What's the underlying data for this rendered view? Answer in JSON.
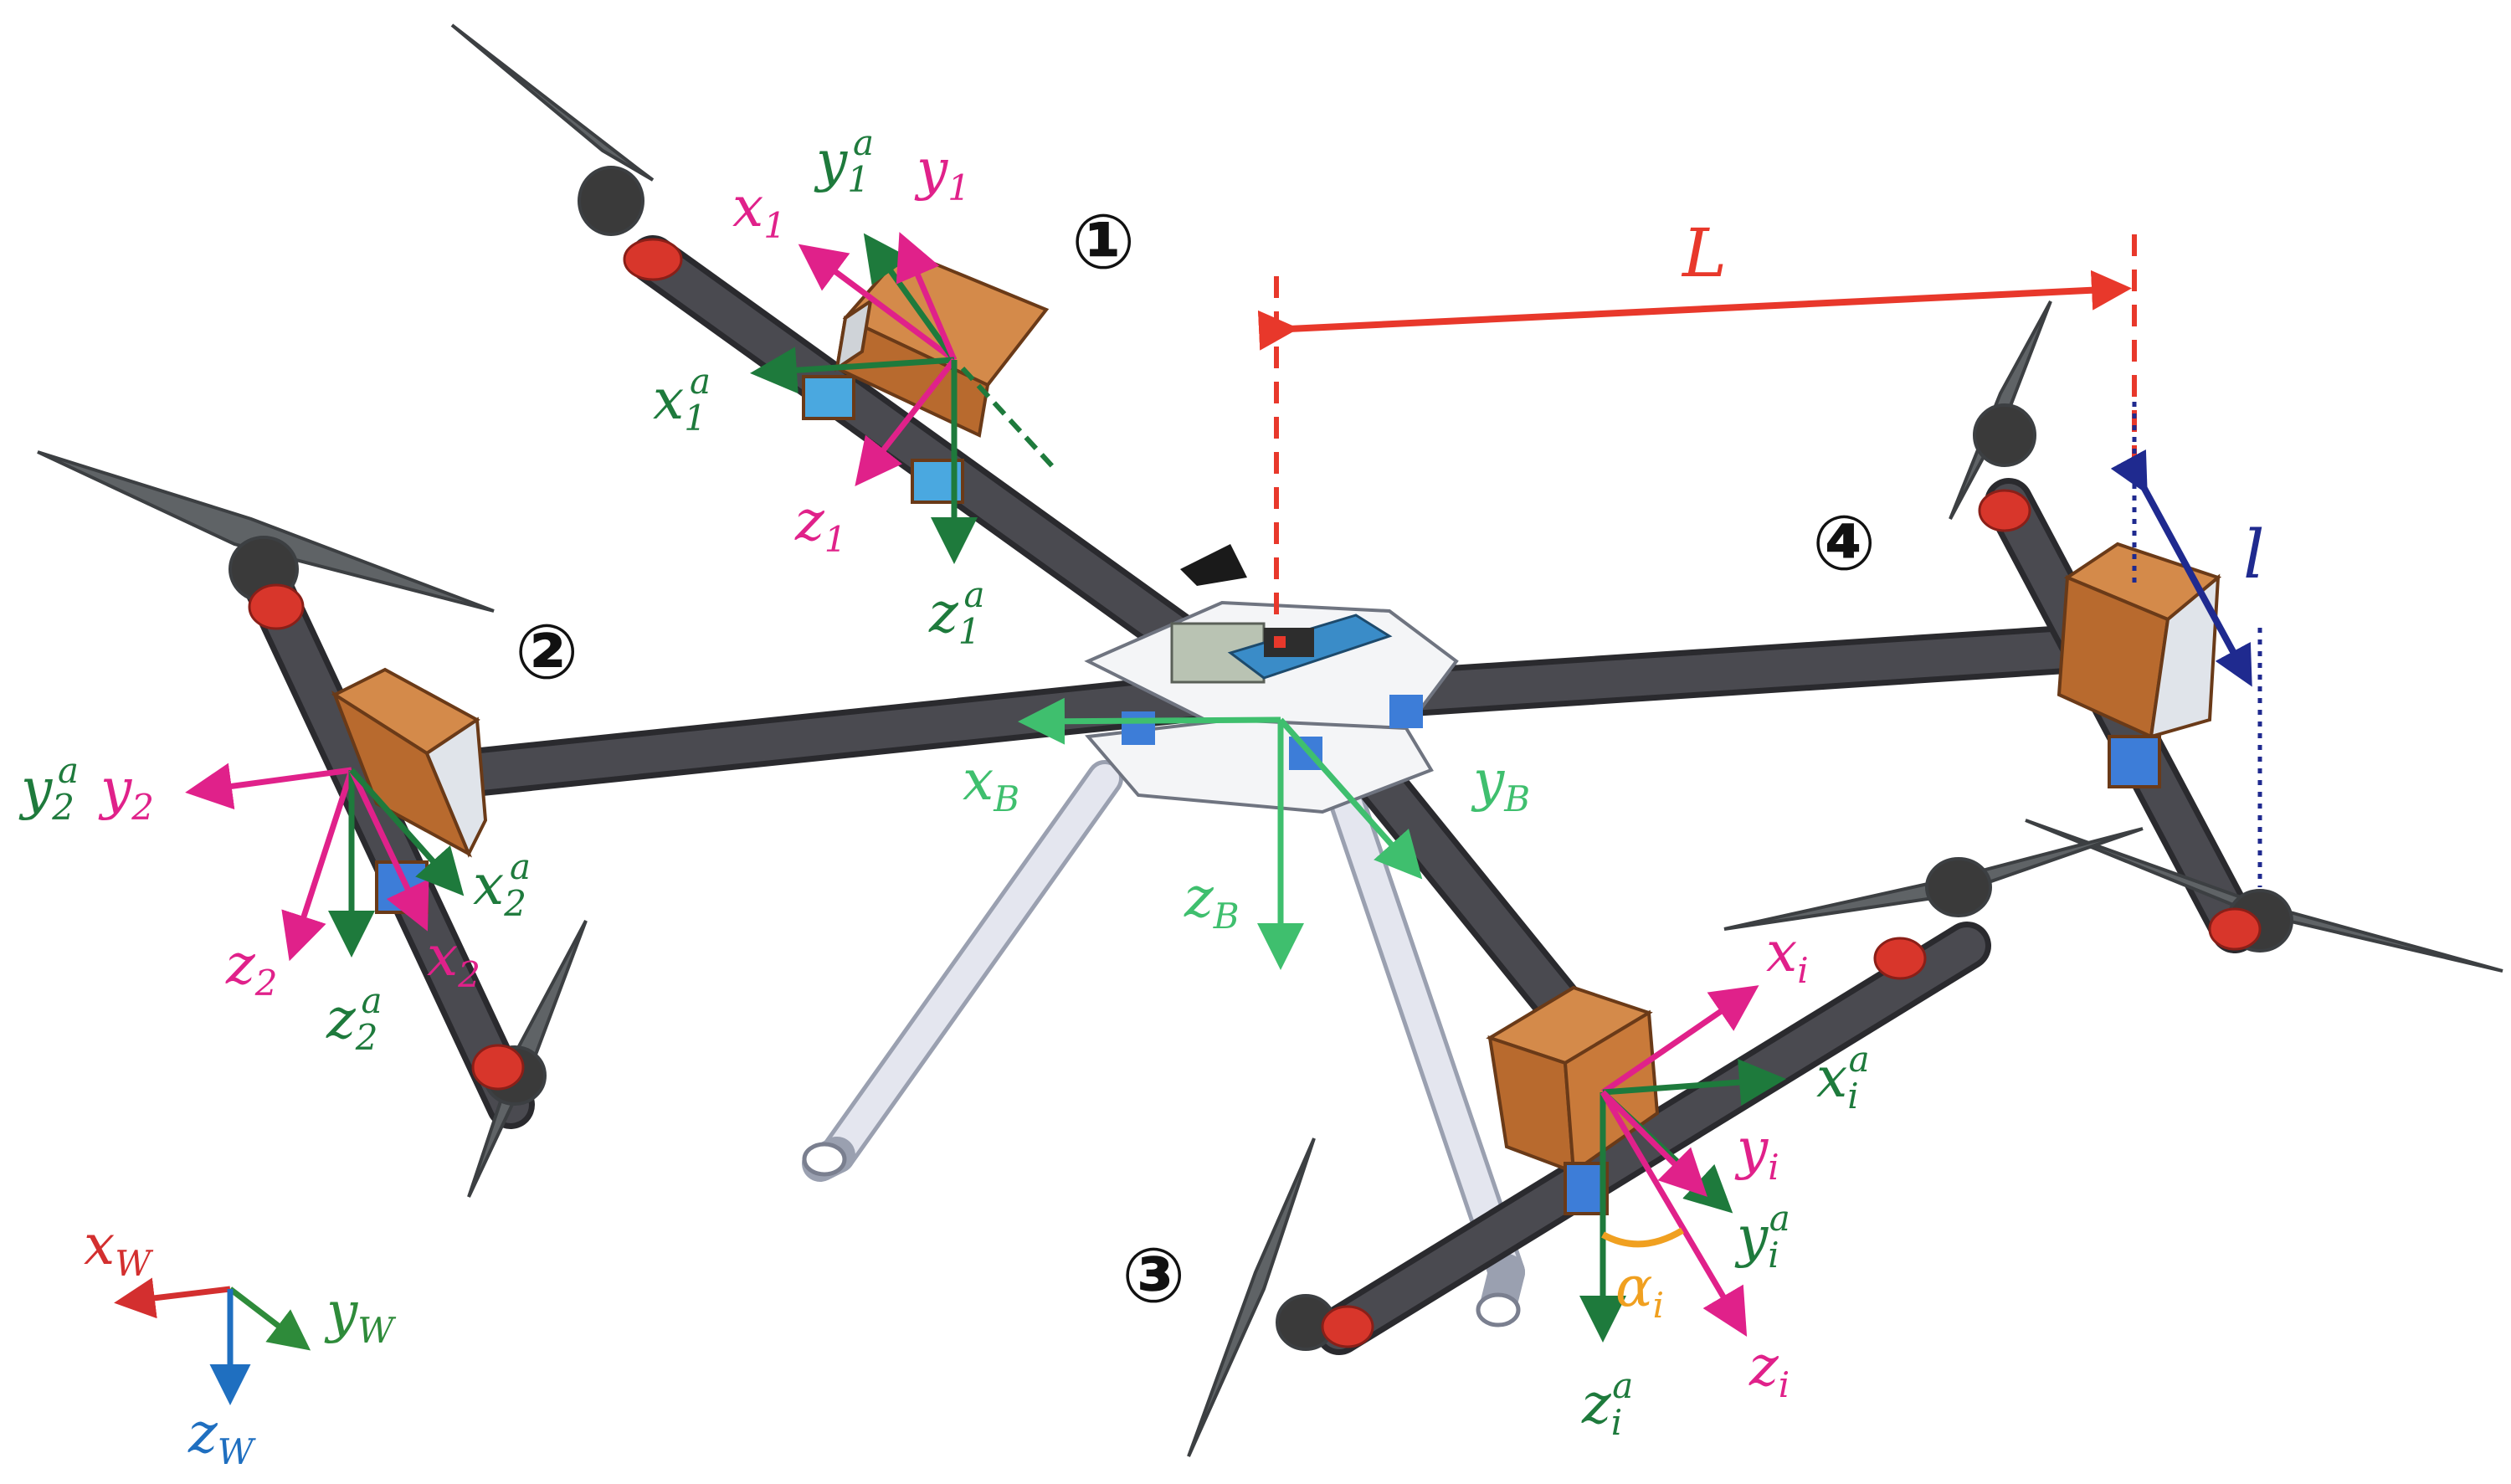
{
  "colors": {
    "frame_green": "#1e7a3c",
    "body_green": "#3fbf6e",
    "rotor_magenta": "#e0218a",
    "length_red": "#e8382b",
    "offset_blue": "#1f2a8f",
    "angle_orange": "#f0a020",
    "world_x": "#d32f2f",
    "world_y": "#2e8b3a",
    "world_z": "#1f6fc0",
    "arm": "#3b3b3f",
    "motor_box": "#c77a3a",
    "propeller": "#5f6366"
  },
  "markers": {
    "m1": "①",
    "m2": "②",
    "m3": "③",
    "m4": "④"
  },
  "labels": {
    "x1": "x1",
    "y1": "y1",
    "z1": "z1",
    "x1a": "x1a",
    "y1a": "y1a",
    "z1a": "z1a",
    "x2": "x2",
    "y2": "y2",
    "z2": "z2",
    "x2a": "x2a",
    "y2a": "y2a",
    "z2a": "z2a",
    "xi": "xi",
    "yi": "yi",
    "zi": "zi",
    "xia": "xia",
    "yia": "yia",
    "zia": "zia",
    "xB": "xB",
    "yB": "yB",
    "zB": "zB",
    "xW": "xW",
    "yW": "yW",
    "zW": "zW",
    "L": "L",
    "l": "l",
    "alpha": "αi"
  }
}
